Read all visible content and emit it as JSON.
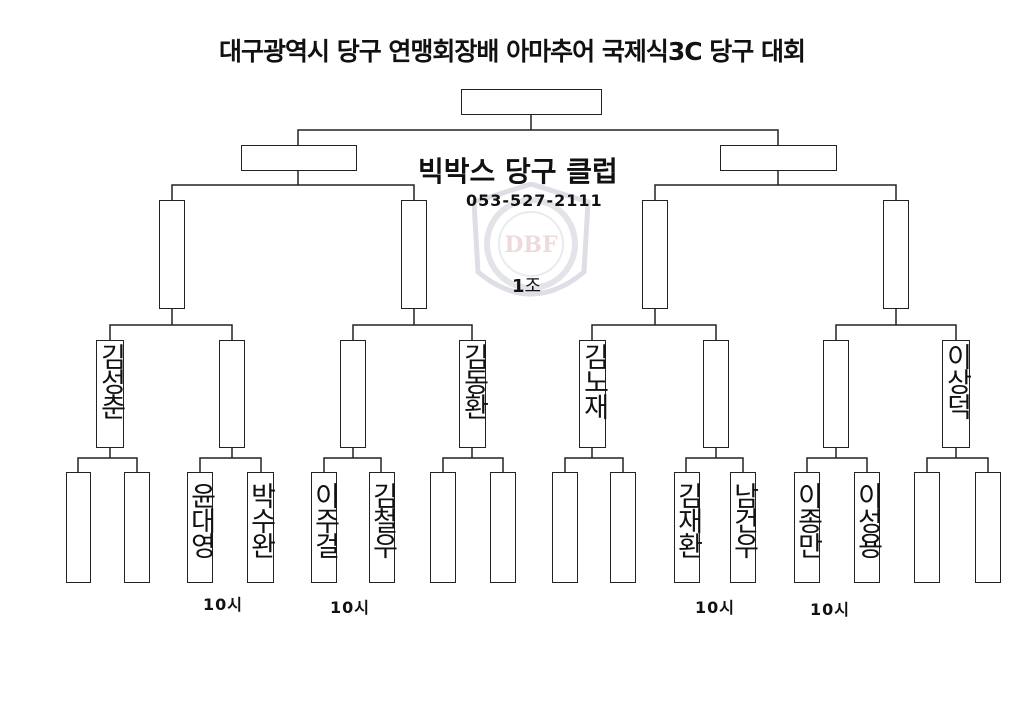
{
  "title": "대구광역시 당구 연맹회장배 아마추어 국제식3C 당구 대회",
  "club": {
    "name": "빅박스 당구 클럽",
    "phone": "053-527-2111"
  },
  "group": {
    "number": "1",
    "suffix": "조"
  },
  "watermark": {
    "text": "DBF",
    "color": "#9aa0b5"
  },
  "round2_names": {
    "kim_seongchun": "김성춘",
    "kim_donghwan": "김동환",
    "kim_nojae": "김노재",
    "lee_sangdeok": "이상덕"
  },
  "round1_names": {
    "yun_daeyeong": "윤대영",
    "park_suwan": "박수완",
    "lee_jugeol": "이주걸",
    "kim_cheolu": "김철우",
    "kim_jaehwan": "김재환",
    "nam_geonu": "남건우",
    "lee_jongman": "이종만",
    "lee_seongyong": "이성용"
  },
  "times": {
    "match_1": "10시",
    "match_2": "10시",
    "match_3": "10시",
    "match_4": "10시"
  }
}
